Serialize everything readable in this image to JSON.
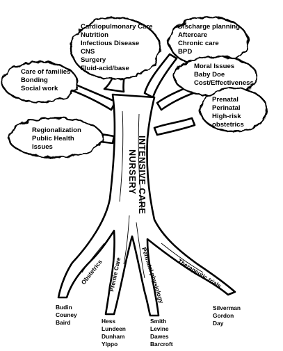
{
  "trunk": {
    "line1": "INTENSIVE CARE",
    "line2": "NURSERY"
  },
  "clouds": {
    "medical": [
      "Cardiopulmonary Care",
      "Nutrition",
      "Infectious Disease",
      "CNS",
      "Surgery",
      "Fluid-acid/base"
    ],
    "discharge": [
      "Discharge planning",
      "Aftercare",
      "Chronic care",
      "BPD"
    ],
    "family": [
      "Care of families",
      "Bonding",
      "Social work"
    ],
    "moral": [
      "Moral Issues",
      "Baby Doe",
      "Cost/Effectiveness"
    ],
    "perinatal": [
      "Prenatal",
      "Perinatal",
      "High-risk",
      "obstetrics"
    ],
    "regional": [
      "Regionalization",
      "Public Health",
      "Issues"
    ]
  },
  "roots": {
    "obstetrics": "Obstetrics",
    "premie": "Premie Care",
    "physiology": "Perinatal physiology",
    "trials": "Therapeutic trials"
  },
  "names": {
    "obstetrics": [
      "Budin",
      "Couney",
      "Baird"
    ],
    "premie": [
      "Hess",
      "Lundeen",
      "Dunham",
      "Ylppo"
    ],
    "physiology": [
      "Smith",
      "Levine",
      "Dawes",
      "Barcroft"
    ],
    "trials": [
      "Silverman",
      "Gordon",
      "Day"
    ]
  }
}
